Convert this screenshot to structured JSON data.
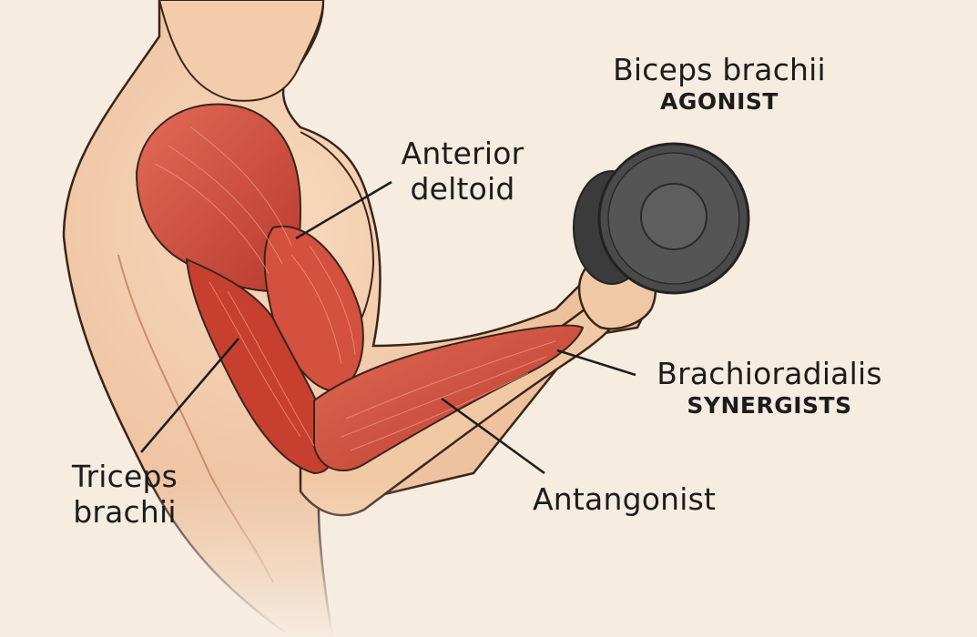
{
  "labels": {
    "biceps": {
      "name": "Biceps brachii",
      "role": "AGONIST"
    },
    "deltoid": {
      "line1": "Anterior",
      "line2": "deltoid"
    },
    "brachioradialis": {
      "name": "Brachioradialis",
      "role": "SYNERGISTS"
    },
    "triceps": {
      "line1": "Triceps",
      "line2": "brachii"
    },
    "antagonist": {
      "name": "Antangonist"
    }
  },
  "colors": {
    "background": "#f6ece0",
    "skin": "#f1c9a6",
    "skin_shadow": "#e3a985",
    "muscle": "#cc4637",
    "muscle_light": "#e06a55",
    "dumbbell": "#4a4a4a",
    "outline": "#3a2418"
  }
}
